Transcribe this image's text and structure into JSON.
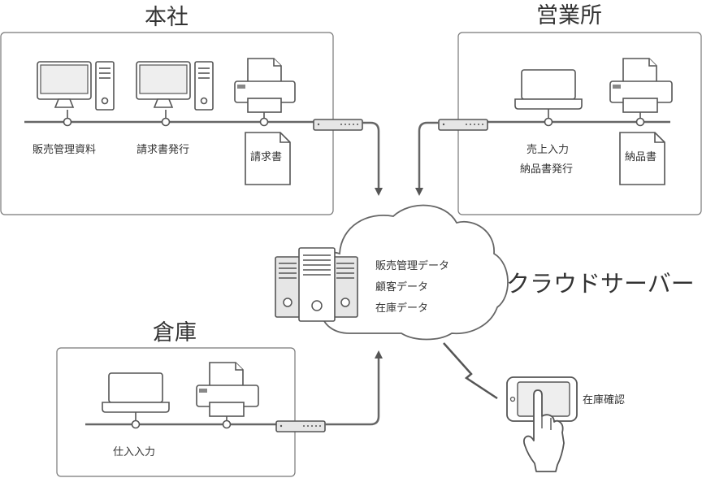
{
  "sections": {
    "honsha": {
      "title": "本社",
      "labels": [
        "販売管理資料",
        "請求書発行"
      ],
      "doc_label": "請求書"
    },
    "eigyosho": {
      "title": "営業所",
      "labels": [
        "売上入力",
        "納品書発行"
      ],
      "doc_label": "納品書"
    },
    "soko": {
      "title": "倉庫",
      "labels": [
        "仕入入力"
      ]
    }
  },
  "cloud": {
    "title": "クラウドサーバー",
    "data_items": [
      "販売管理データ",
      "顧客データ",
      "在庫データ"
    ]
  },
  "tablet": {
    "label": "在庫確認"
  }
}
